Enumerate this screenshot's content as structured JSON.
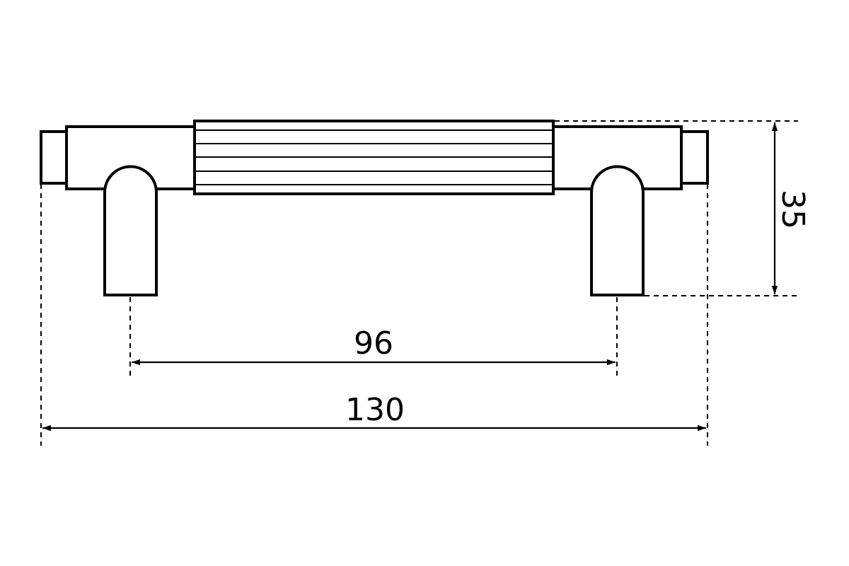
{
  "dimensions": {
    "hole_spacing": "96",
    "overall_length": "130",
    "height": "35"
  },
  "colors": {
    "line": "#000000",
    "background": "#ffffff"
  }
}
